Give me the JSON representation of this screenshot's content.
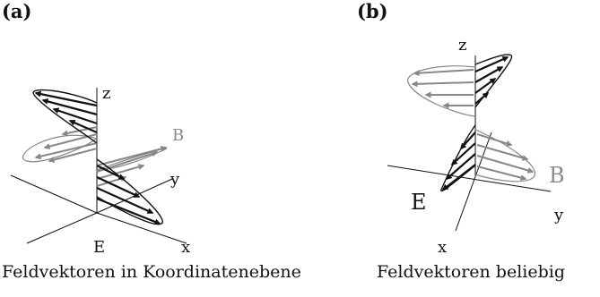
{
  "panel_a": {
    "label": "(a)",
    "axis_z": "z",
    "axis_y": "y",
    "axis_x": "x",
    "field_e": "E",
    "field_b": "B",
    "caption": "Feldvektoren in Koordinatenebene"
  },
  "panel_b": {
    "label": "(b)",
    "axis_z": "z",
    "axis_y": "y",
    "axis_x": "x",
    "field_e": "E",
    "field_b": "B",
    "caption": "Feldvektoren beliebig"
  },
  "colors": {
    "e_field": "#111111",
    "b_field": "#888888",
    "b_label": "#8a8a8a",
    "axes": "#111111"
  }
}
